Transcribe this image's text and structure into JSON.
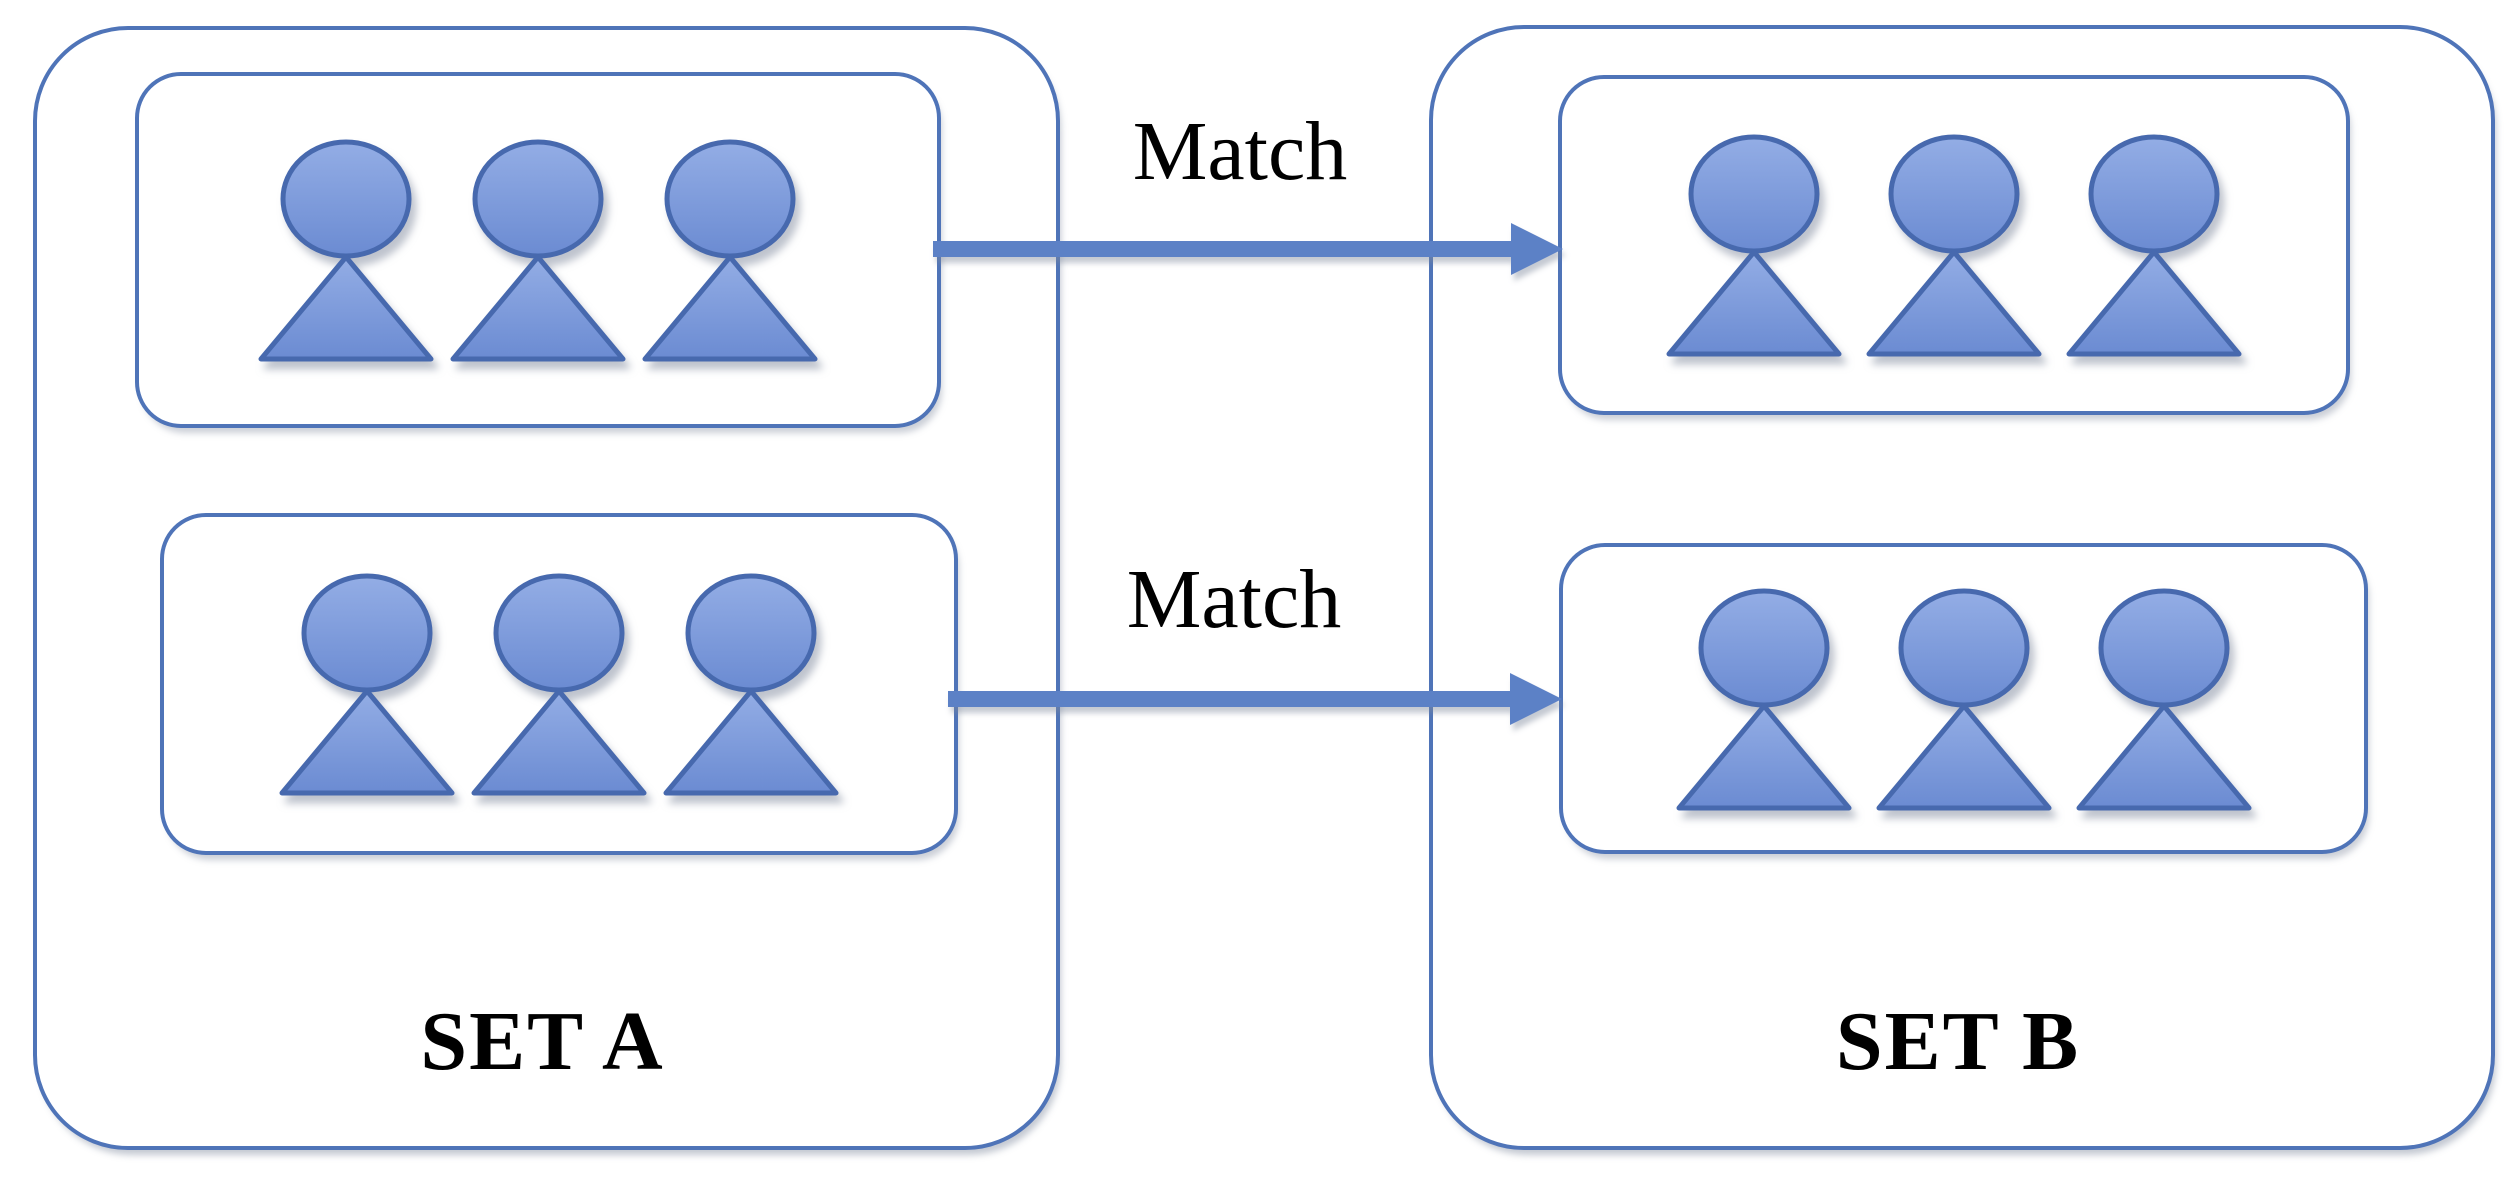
{
  "diagram": {
    "sets": [
      {
        "id": "set-a",
        "label": "SET A",
        "groups": [
          {
            "members": 3
          },
          {
            "members": 3
          }
        ]
      },
      {
        "id": "set-b",
        "label": "SET B",
        "groups": [
          {
            "members": 3
          },
          {
            "members": 3
          }
        ]
      }
    ],
    "connections": [
      {
        "label": "Match",
        "from_set": "SET A",
        "from_group": 1,
        "to_set": "SET B",
        "to_group": 1
      },
      {
        "label": "Match",
        "from_set": "SET A",
        "from_group": 2,
        "to_set": "SET B",
        "to_group": 2
      }
    ],
    "colors": {
      "box_border": "#4f74b8",
      "arrow": "#5c81c6",
      "person_fill_top": "#93ade5",
      "person_fill_bottom": "#6b8bd2",
      "person_stroke": "#4769ae",
      "label_text": "#000000",
      "background": "#ffffff"
    }
  }
}
